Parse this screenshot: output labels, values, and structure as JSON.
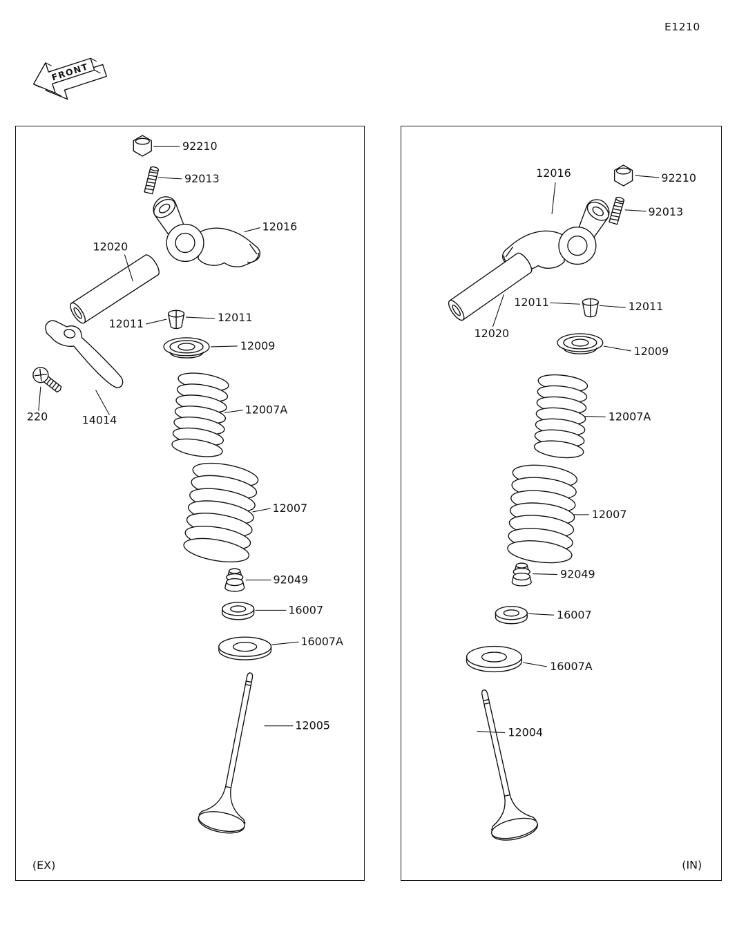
{
  "header": {
    "code": "E1210",
    "front_label": "FRONT"
  },
  "panels": {
    "ex": {
      "footer": "(EX)",
      "labels": {
        "nut": "92210",
        "adjuster": "92013",
        "rocker": "12016",
        "shaft": "12020",
        "keeper_left": "12011",
        "keeper_right": "12011",
        "retainer": "12009",
        "screw": "220",
        "lever": "14014",
        "spring_inner": "12007A",
        "spring_outer": "12007",
        "seal": "92049",
        "seat": "16007",
        "washer": "16007A",
        "valve": "12005"
      }
    },
    "in": {
      "footer": "(IN)",
      "labels": {
        "rocker": "12016",
        "nut": "92210",
        "adjuster": "92013",
        "shaft": "12020",
        "keeper_left": "12011",
        "keeper_right": "12011",
        "retainer": "12009",
        "spring_inner": "12007A",
        "spring_outer": "12007",
        "seal": "92049",
        "seat": "16007",
        "washer": "16007A",
        "valve": "12004"
      }
    }
  }
}
